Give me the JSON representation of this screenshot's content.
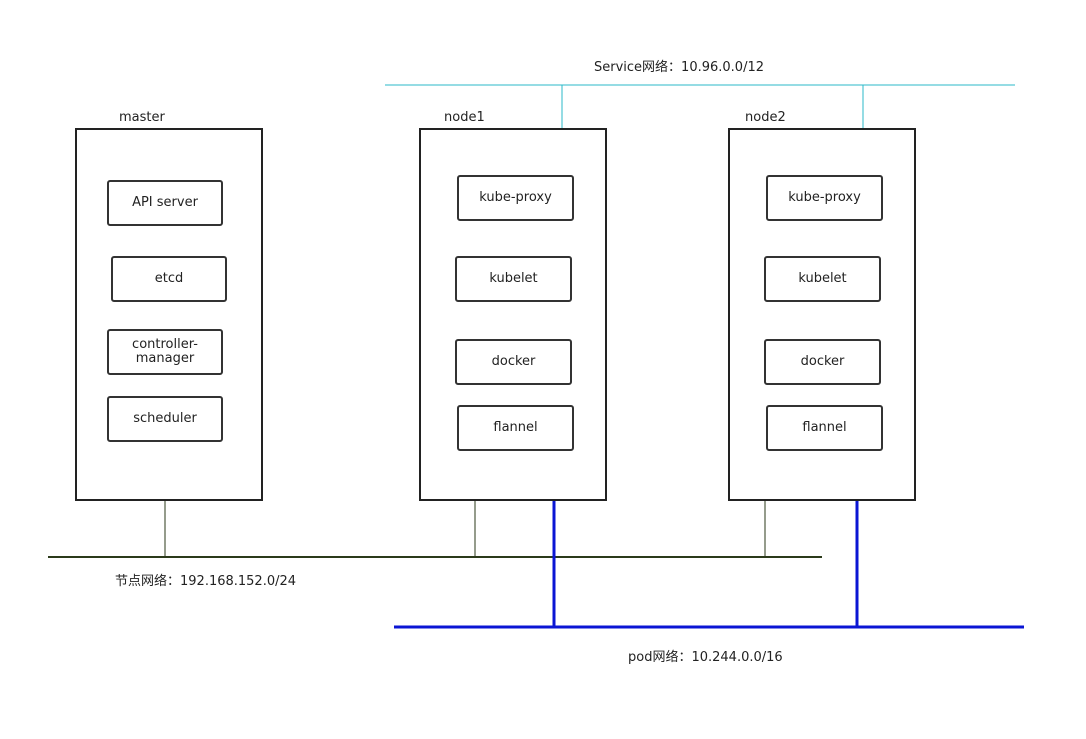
{
  "networks": {
    "service": {
      "label": "Service网络：10.96.0.0/12",
      "color": "#2bb9c9"
    },
    "node": {
      "label": "节点网络：192.168.152.0/24",
      "color": "#2b3a1a"
    },
    "pod": {
      "label": "pod网络：10.244.0.0/16",
      "color": "#0b16d4"
    }
  },
  "hosts": {
    "master": {
      "label": "master",
      "components": [
        "API server",
        "etcd",
        "controller-\nmanager",
        "scheduler"
      ]
    },
    "node1": {
      "label": "node1",
      "components": [
        "kube-proxy",
        "kubelet",
        "docker",
        "flannel"
      ]
    },
    "node2": {
      "label": "node2",
      "components": [
        "kube-proxy",
        "kubelet",
        "docker",
        "flannel"
      ]
    }
  }
}
